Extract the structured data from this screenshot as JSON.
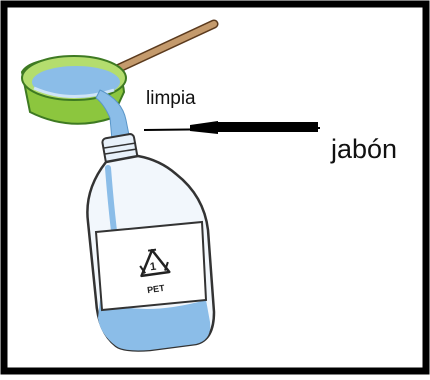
{
  "labels": {
    "clean": "limpia",
    "soap": "jabón"
  },
  "recycle_code": "1",
  "material": "PET",
  "colors": {
    "border": "#000000",
    "water": "#8bbde8",
    "water_light": "#cfe4f7",
    "pot_green": "#8cc63e",
    "pot_green_dark": "#3e7a22",
    "handle": "#c49a6c",
    "pointer": "#000000"
  }
}
